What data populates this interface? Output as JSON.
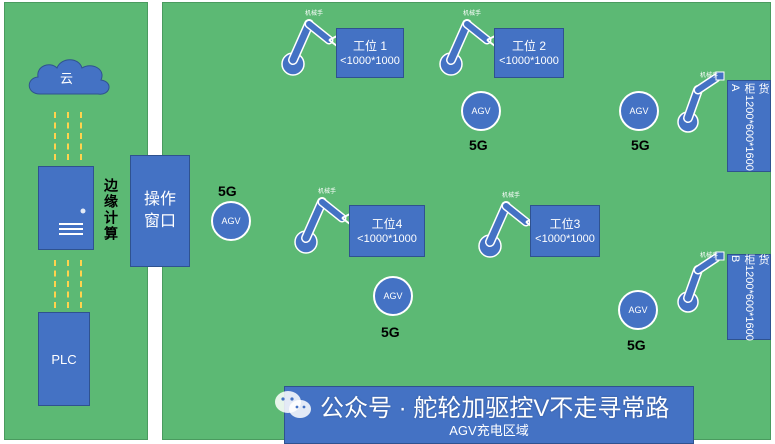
{
  "cloud": {
    "label": "云"
  },
  "edge_computing": {
    "label": "边缘计算"
  },
  "plc": {
    "label": "PLC"
  },
  "operation_window": {
    "label": "操作窗口"
  },
  "stations": [
    {
      "name": "工位 1",
      "size": "<1000*1000"
    },
    {
      "name": "工位 2",
      "size": "<1000*1000"
    },
    {
      "name": "工位4",
      "size": "<1000*1000"
    },
    {
      "name": "工位3",
      "size": "<1000*1000"
    }
  ],
  "shelves": [
    {
      "name": "货柜 A",
      "size": "1200*600*1600"
    },
    {
      "name": "货柜 B",
      "size": "1200*600*1600"
    }
  ],
  "agv_label": "AGV",
  "network_label": "5G",
  "charging_area": {
    "label": "AGV充电区域"
  },
  "robot_label": "机械手",
  "watermark": {
    "text": "公众号 · 舵轮加驱控V不走寻常路"
  },
  "colors": {
    "zone": "#5cb974",
    "box": "#4472c4",
    "link": "#ffd34d"
  }
}
